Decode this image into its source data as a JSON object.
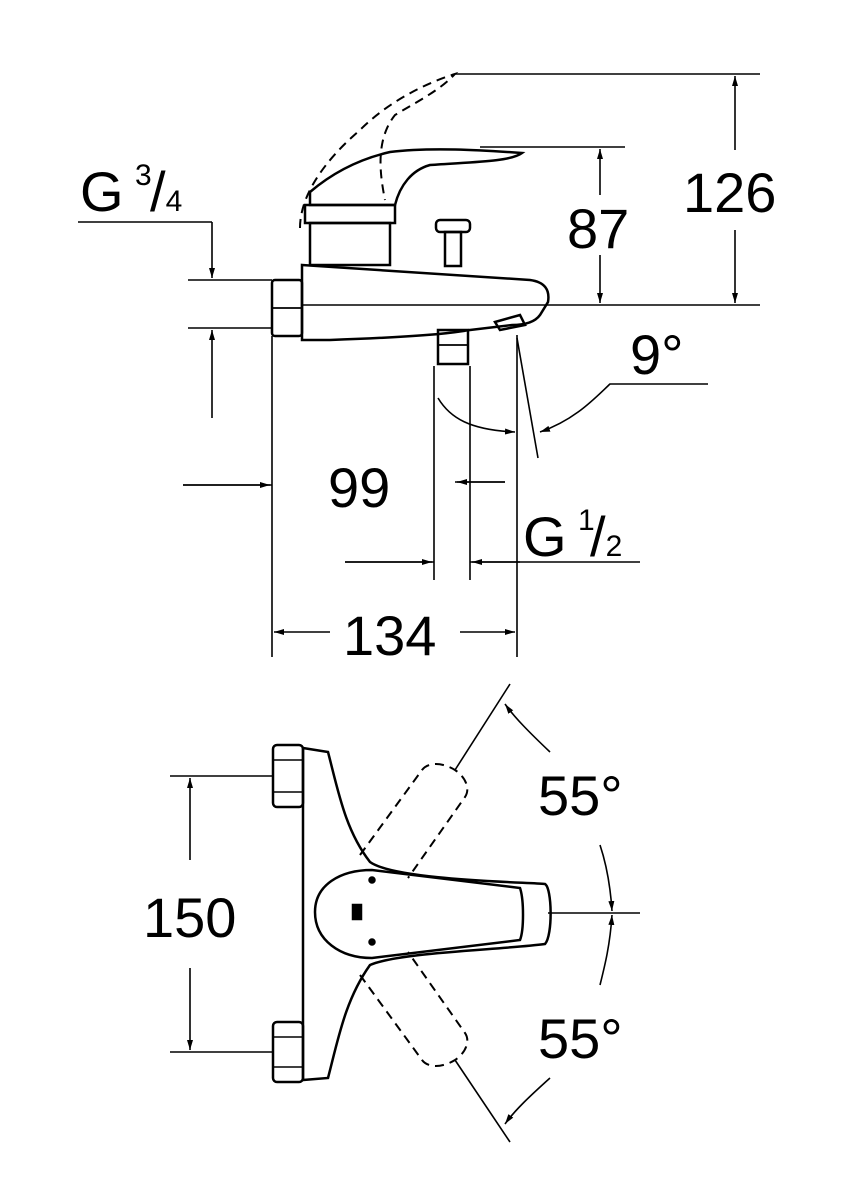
{
  "side_view": {
    "height_total": "126",
    "height_spout": "87",
    "inlet_thread_main": "G",
    "inlet_thread_num": "3",
    "inlet_thread_den": "/4",
    "spout_angle": "9°",
    "depth_spout_axis": "99",
    "outlet_thread_main": "G",
    "outlet_thread_num": "1",
    "outlet_thread_den": "/2",
    "depth_total": "134"
  },
  "top_view": {
    "inlet_spacing": "150",
    "lever_angle_up": "55°",
    "lever_angle_down": "55°"
  }
}
